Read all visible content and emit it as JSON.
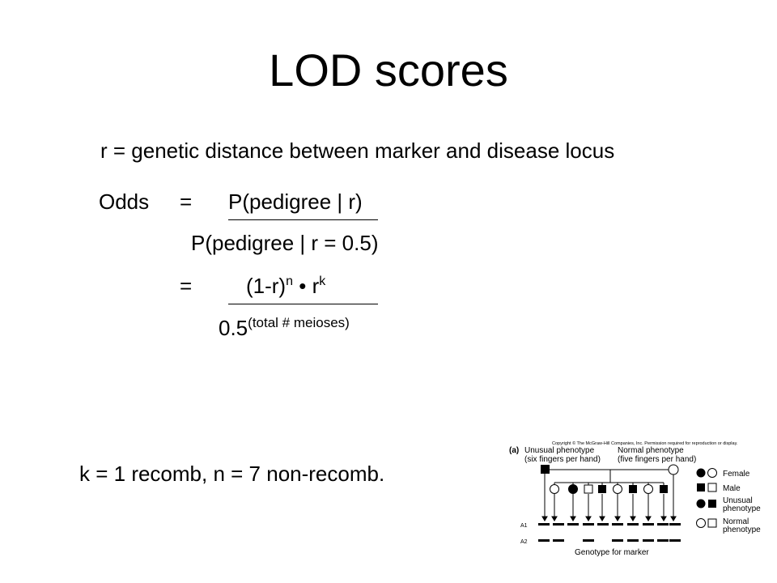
{
  "slide": {
    "title": "LOD scores",
    "definition": "r = genetic distance between marker and disease locus",
    "odds": {
      "label": "Odds",
      "eq1": "=",
      "numerator1": "P(pedigree | r)",
      "denominator1": "P(pedigree | r = 0.5)",
      "eq2": "=",
      "num2_a": "(1-r)",
      "num2_n": "n",
      "num2_dot": "•",
      "num2_r": "r",
      "num2_k": "k",
      "den2_base": "0.5",
      "den2_exp": "(total # meioses)"
    },
    "counts": "k = 1 recomb, n = 7 non-recomb."
  },
  "figure": {
    "copyright": "Copyright © The McGraw-Hill Companies, Inc. Permission required for reproduction or display.",
    "panel": "(a)",
    "unusual_phenotype": "Unusual phenotype",
    "unusual_sub": "(six fingers per hand)",
    "normal_phenotype": "Normal phenotype",
    "normal_sub": "(five fingers per hand)",
    "legend_female": "Female",
    "legend_male": "Male",
    "legend_unusual_1": "Unusual",
    "legend_unusual_2": "phenotype",
    "legend_normal_1": "Normal",
    "legend_normal_2": "phenotype",
    "allele_a1": "A1",
    "allele_a2": "A2",
    "marker_caption": "Genotype for marker"
  }
}
